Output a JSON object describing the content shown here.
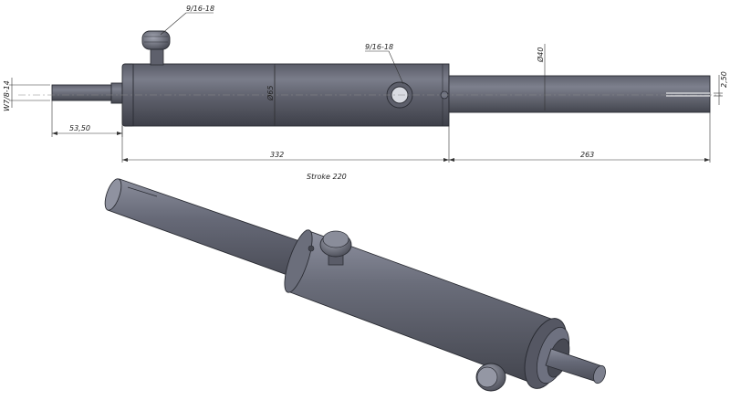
{
  "dimensions": {
    "thread_top": "9/16-18",
    "thread_port": "9/16-18",
    "thread_rod": "W7/8-14",
    "length_end": "53,50",
    "length_body": "332",
    "length_rod": "263",
    "dia_body": "Ø65",
    "dia_rod": "Ø40",
    "slot_width": "2,50"
  },
  "caption": "Stroke 220",
  "colors": {
    "metal_dark": "#4f515c",
    "metal_mid": "#6c6f7c",
    "metal_light": "#9a9dab",
    "outline": "#2a2c33"
  }
}
